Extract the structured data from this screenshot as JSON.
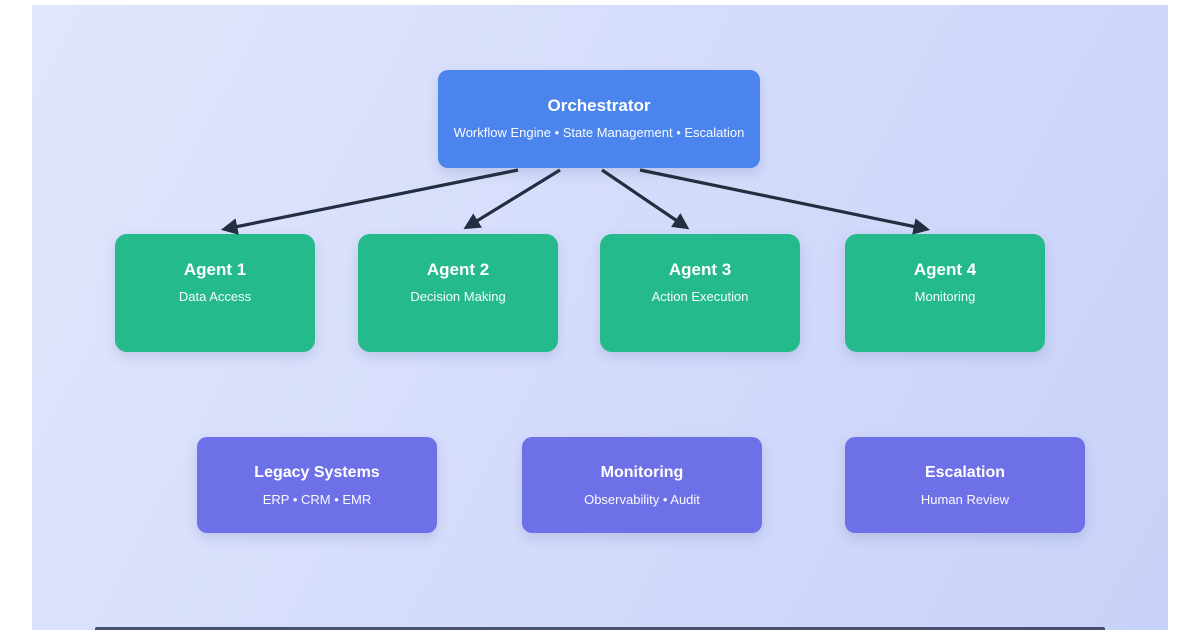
{
  "orchestrator": {
    "title": "Orchestrator",
    "subtitle": "Workflow Engine • State Management • Escalation"
  },
  "agents": [
    {
      "title": "Agent 1",
      "subtitle": "Data Access"
    },
    {
      "title": "Agent 2",
      "subtitle": "Decision Making"
    },
    {
      "title": "Agent 3",
      "subtitle": "Action Execution"
    },
    {
      "title": "Agent 4",
      "subtitle": "Monitoring"
    }
  ],
  "supporting": [
    {
      "title": "Legacy Systems",
      "subtitle": "ERP • CRM • EMR"
    },
    {
      "title": "Monitoring",
      "subtitle": "Observability • Audit"
    },
    {
      "title": "Escalation",
      "subtitle": "Human Review"
    }
  ],
  "colors": {
    "orchestrator_box": "#4c84ee",
    "agent_box": "#25ba8c",
    "supporting_box": "#6e70e8",
    "arrow": "#232f40",
    "background_gradient_start": "#e1e6fc",
    "background_gradient_end": "#c8d2f8",
    "text": "#ffffff"
  }
}
